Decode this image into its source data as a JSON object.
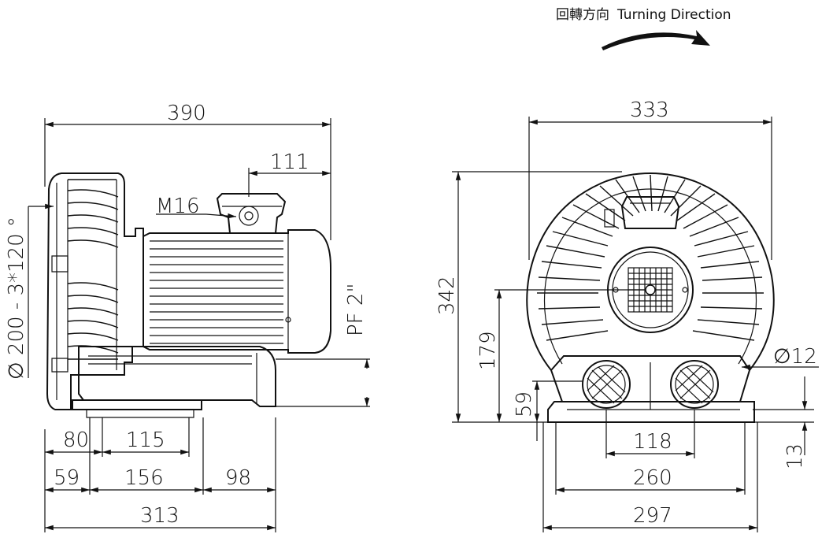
{
  "direction": {
    "label_cjk": "回轉方向",
    "label_en": "Turning Direction"
  },
  "side_view": {
    "overall_width": "390",
    "motor_offset": "111",
    "bolt": "M16",
    "flange": "∅ 200 - 3*120 °",
    "port": "PF 2\"",
    "dim_80": "80",
    "dim_115": "115",
    "dim_59": "59",
    "dim_156": "156",
    "dim_98": "98",
    "dim_313": "313"
  },
  "front_view": {
    "overall_width": "333",
    "overall_height": "342",
    "center_height": "179",
    "base_height": "59",
    "hole_dia": "∅12",
    "dim_118": "118",
    "dim_260": "260",
    "dim_297": "297",
    "dim_13": "13"
  }
}
